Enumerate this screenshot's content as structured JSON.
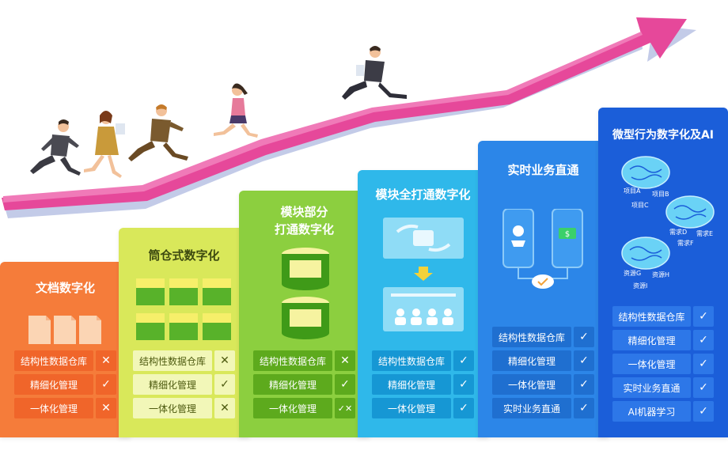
{
  "columns": [
    {
      "title_lines": [
        "文档数字化"
      ],
      "rows": [
        {
          "label": "结构性数据仓库",
          "mark": "✕"
        },
        {
          "label": "精细化管理",
          "mark": "✓"
        },
        {
          "label": "一体化管理",
          "mark": "✕"
        }
      ]
    },
    {
      "title_lines": [
        "筒仓式数字化"
      ],
      "rows": [
        {
          "label": "结构性数据仓库",
          "mark": "✕"
        },
        {
          "label": "精细化管理",
          "mark": "✓"
        },
        {
          "label": "一体化管理",
          "mark": "✕"
        }
      ]
    },
    {
      "title_lines": [
        "模块部分",
        "打通数字化"
      ],
      "rows": [
        {
          "label": "结构性数据仓库",
          "mark": "✕"
        },
        {
          "label": "精细化管理",
          "mark": "✓"
        },
        {
          "label": "一体化管理",
          "mark": "✓✕"
        }
      ]
    },
    {
      "title_lines": [
        "模块全打通数字化"
      ],
      "rows": [
        {
          "label": "结构性数据仓库",
          "mark": "✓"
        },
        {
          "label": "精细化管理",
          "mark": "✓"
        },
        {
          "label": "一体化管理",
          "mark": "✓"
        }
      ]
    },
    {
      "title_lines": [
        "实时业务直通"
      ],
      "rows": [
        {
          "label": "结构性数据仓库",
          "mark": "✓"
        },
        {
          "label": "精细化管理",
          "mark": "✓"
        },
        {
          "label": "一体化管理",
          "mark": "✓"
        },
        {
          "label": "实时业务直通",
          "mark": "✓"
        }
      ]
    },
    {
      "title_lines": [
        "微型行为数字化及AI"
      ],
      "rows": [
        {
          "label": "结构性数据仓库",
          "mark": "✓"
        },
        {
          "label": "精细化管理",
          "mark": "✓"
        },
        {
          "label": "一体化管理",
          "mark": "✓"
        },
        {
          "label": "实时业务直通",
          "mark": "✓"
        },
        {
          "label": "AI机器学习",
          "mark": "✓"
        }
      ]
    }
  ],
  "brain_labels": {
    "cluster1": [
      "项目A",
      "项目B",
      "项目C"
    ],
    "cluster2": [
      "需求D",
      "需求E",
      "需求F"
    ],
    "cluster3": [
      "资源G",
      "资源H",
      "资源I"
    ]
  },
  "colors": {
    "arrow": "#e6489a",
    "arrow_shadow": "#b9c2e6",
    "orange": "#f57c3a",
    "lime": "#d9e85a",
    "green": "#8ccf3f",
    "sky": "#2fb8ea",
    "blue": "#2c86e8",
    "deep_blue": "#1b5ed9"
  }
}
